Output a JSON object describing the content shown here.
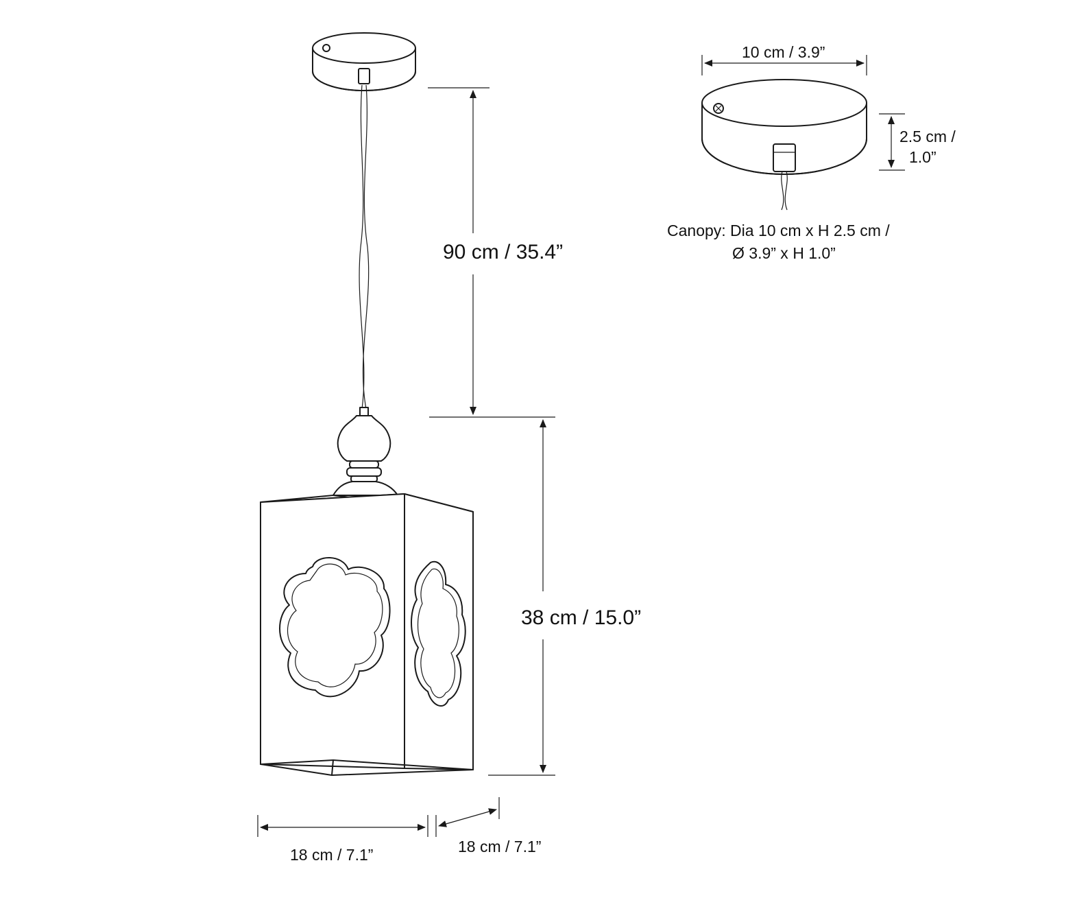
{
  "dimensions": {
    "cord_length": "90 cm / 35.4”",
    "shade_height": "38 cm / 15.0”",
    "shade_width": "18 cm / 7.1”",
    "shade_depth": "18 cm / 7.1”",
    "canopy_diameter": "10 cm / 3.9”",
    "canopy_height_line1": "2.5 cm /",
    "canopy_height_line2": "1.0”"
  },
  "canopy_note": {
    "line1": "Canopy: Dia 10 cm x H 2.5 cm /",
    "line2": "Ø 3.9” x H 1.0”"
  },
  "colors": {
    "line": "#1a1a1a",
    "background": "#ffffff"
  }
}
